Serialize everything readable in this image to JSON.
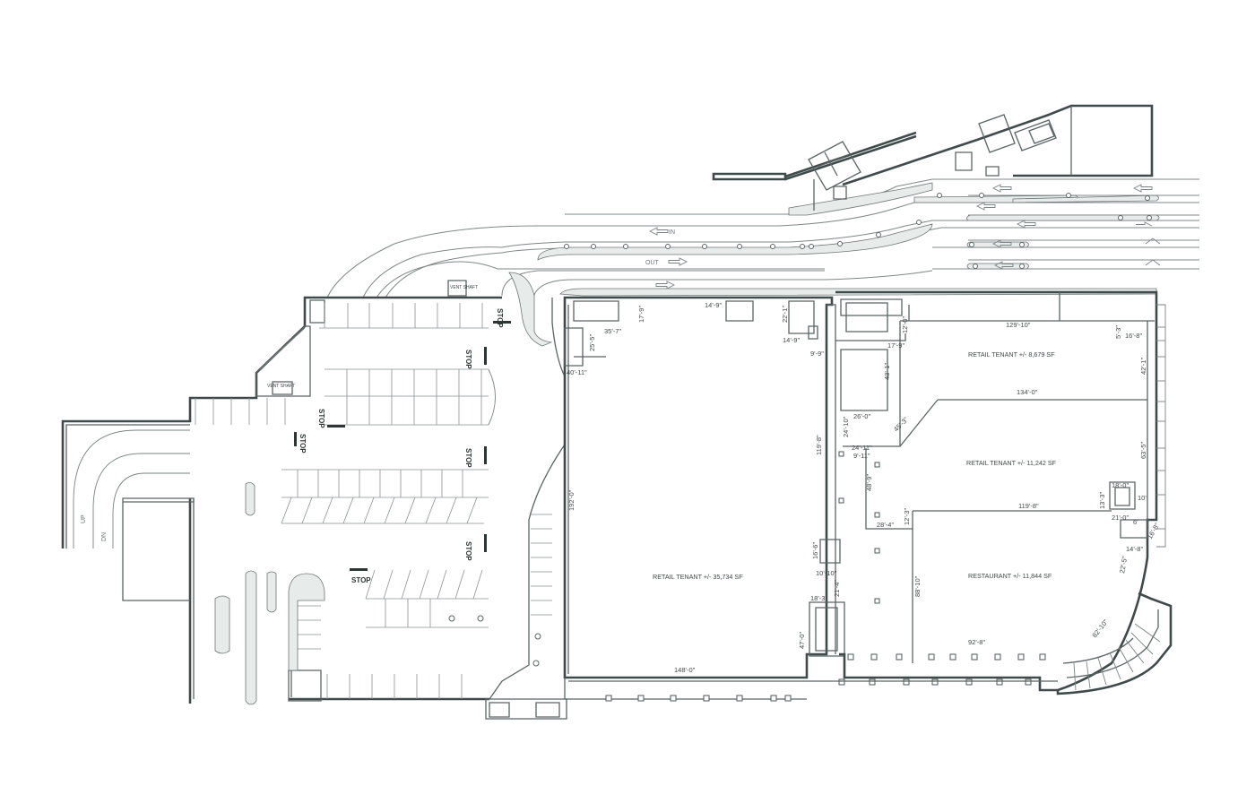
{
  "tenants": {
    "retail_large": "RETAIL TENANT +/- 35,734 SF",
    "retail_a": "RETAIL TENANT +/- 8,679 SF",
    "retail_b": "RETAIL TENANT +/- 11,242 SF",
    "restaurant": "RESTAURANT +/- 11,844 SF"
  },
  "road_labels": {
    "in": "IN",
    "out": "OUT",
    "up": "UP",
    "dn": "DN"
  },
  "signs": {
    "stop": "STOP"
  },
  "shafts": {
    "vent_shaft_1": "VENT SHAFT",
    "vent_shaft_2": "VENT SHAFT"
  },
  "dimensions": {
    "d_14_9a": "14'-9\"",
    "d_17_9a": "17'-9\"",
    "d_35_7": "35'-7\"",
    "d_25_5": "25'-5\"",
    "d_40_11": "40'-11\"",
    "d_22_1": "22'-1\"",
    "d_14_9b": "14'-9\"",
    "d_9_9": "9'-9\"",
    "d_12_0": "12'-0\"",
    "d_17_9b": "17'-9\"",
    "d_129_10": "129'-10\"",
    "d_5_3": "5'-3\"",
    "d_16_8": "16'-8\"",
    "d_42_1": "42'-1\"",
    "d_43_1": "43'-1\"",
    "d_134_0": "134'-0\"",
    "d_26_0": "26'-0\"",
    "d_24_10": "24'-10\"",
    "d_45_3": "45'-3\"",
    "d_119_8a": "119'-8\"",
    "d_24_11": "24'-11\"",
    "d_9_11": "9'-11\"",
    "d_63_5": "63'-5\"",
    "d_192_0": "192'-0\"",
    "d_48_9": "48'-9\"",
    "d_18_0": "18'-0\"",
    "d_13_3": "13'-3\"",
    "d_10": "10'",
    "d_119_8b": "119'-8\"",
    "d_21_0": "21'-0\"",
    "d_6": "6'",
    "d_28_4": "28'-4\"",
    "d_12_3": "12'-3\"",
    "d_16_8b": "16'-8\"",
    "d_14_8": "14'-8\"",
    "d_16_6": "16'-6\"",
    "d_10_10": "10'-10\"",
    "d_22_5": "22'-5\"",
    "d_88_10": "88'-10\"",
    "d_18_3": "18'-3\"",
    "d_21_4": "21'-4\"",
    "d_47_0": "47'-0\"",
    "d_92_8": "92'-8\"",
    "d_82_10": "82'-10\"",
    "d_148_0": "148'-0\""
  }
}
